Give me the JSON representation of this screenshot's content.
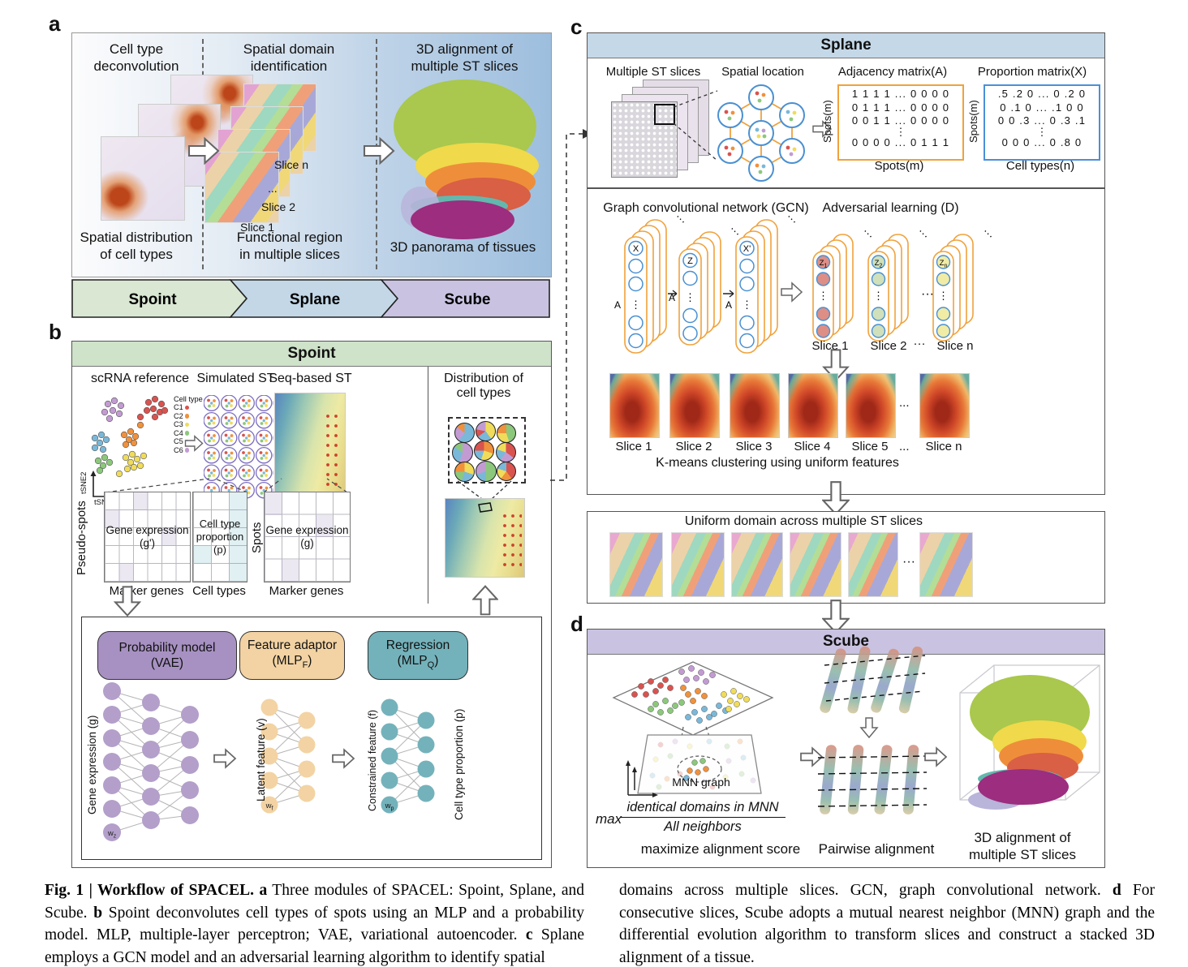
{
  "colors": {
    "spoint_green": "#d9e7d3",
    "splane_blue": "#c3d7e7",
    "scube_purple": "#c9c3e1",
    "vae_purple": "#a791c2",
    "node_purple": "#b39fca",
    "adaptor_tan": "#f3d3a3",
    "regression_teal": "#74b2bb",
    "adjacency_orange": "#f0a23c",
    "proportion_blue": "#4a90d9",
    "gcn_circle_blue": "#4a90d2",
    "z1_salmon": "#dd8e85",
    "z2_green": "#cfe0bb",
    "zn_yellow": "#f0eca5",
    "cell_c1": "#d9534f",
    "cell_c2": "#f0913c",
    "cell_c3": "#f0dc5a",
    "cell_c4": "#8cc87c",
    "cell_c5": "#7ab8d9",
    "cell_c6": "#c39bd3"
  },
  "a": {
    "label": "a",
    "col1_title": "Cell type\ndeconvolution",
    "col2_title": "Spatial domain\nidentification",
    "col3_title": "3D alignment of\nmultiple ST slices",
    "col1_caption": "Spatial distribution\nof cell types",
    "col2_caption": "Functional region\nin multiple slices",
    "col3_caption": "3D panorama of tissues",
    "slice_n": "Slice n",
    "dots": "...",
    "slice_2": "Slice 2",
    "slice_1": "Slice 1",
    "modules": [
      "Spoint",
      "Splane",
      "Scube"
    ]
  },
  "b": {
    "label": "b",
    "header": "Spoint",
    "scrna_title": "scRNA reference",
    "simulated_title": "Simulated ST",
    "seq_title": "Seq-based ST",
    "dist_title": "Distribution of\ncell types",
    "tsne1": "tSNE1",
    "tsne2": "tSNE2",
    "legend": {
      "title": "Cell type",
      "items": [
        "C1",
        "C2",
        "C3",
        "C4",
        "C5",
        "C6"
      ]
    },
    "pseudo_spots": "Pseudo-spots",
    "spots": "Spots",
    "m1": "Gene expression\n(g')",
    "m2": "Cell type\nproportion\n(p)",
    "m3": "Gene expression\n(g)",
    "marker_genes": "Marker genes",
    "cell_types": "Cell types",
    "vae": "Probability model\n(VAE)",
    "adaptor_l1": "Feature adaptor",
    "adaptor_pre": "(MLP",
    "adaptor_sub": "F",
    "adaptor_post": ")",
    "regression_l1": "Regression",
    "regression_pre": "(MLP",
    "regression_sub": "Q",
    "regression_post": ")",
    "net1": "Gene expression (g)",
    "net2": "Latent feature (v)",
    "net3": "Constrained feature (f)",
    "net4": "Cell type proportion (p)",
    "w": "w",
    "wz_sub": "z",
    "wf_sub": "f",
    "wp_sub": "p"
  },
  "c": {
    "label": "c",
    "header": "Splane",
    "top": {
      "slices_title": "Multiple ST slices",
      "location_title": "Spatial location",
      "adj_title": "Adjacency matrix(A)",
      "prop_title": "Proportion matrix(X)",
      "spots_m": "Spots(m)",
      "cell_types_n": "Cell types(n)",
      "adj_rows": [
        "1 1 1 1 ... 0 0 0 0",
        "0 1 1 1 ... 0 0 0 0",
        "0 0 1 1 ... 0 0 0 0",
        "⋮",
        "0 0 0 0 ... 0 1 1 1"
      ],
      "prop_rows": [
        ".5 .2 0 ... 0 .2 0",
        "0 .1 0 ... .1 0 0",
        "0 0 .3 ... 0 .3 .1",
        "⋮",
        "0 0 0 ... 0 .8 0"
      ]
    },
    "gcn": {
      "title": "Graph convolutional network (GCN)",
      "adv_title": "Adversarial learning (D)",
      "x": "X",
      "z": "Z",
      "x2": "X'",
      "a": "A",
      "vdots": "⋮",
      "hdots": "···",
      "z_base": "Z",
      "z1": "1",
      "z2": "2",
      "zn": "n",
      "slice1": "Slice 1",
      "slice2": "Slice 2",
      "slicen": "Slice n"
    },
    "kmeans": {
      "labels": [
        "Slice 1",
        "Slice 2",
        "Slice 3",
        "Slice 4",
        "Slice 5",
        "Slice n"
      ],
      "dots": "...",
      "caption": "K-means clustering using uniform features"
    },
    "uniform": {
      "title": "Uniform domain across multiple ST slices",
      "dots": "···"
    }
  },
  "d": {
    "label": "d",
    "header": "Scube",
    "mnn": "MNN graph",
    "max": "max",
    "numerator": "identical domains in MNN",
    "denominator": "All neighbors",
    "cap1": "maximize alignment score",
    "cap2": "Pairwise alignment",
    "cap3": "3D alignment of\nmultiple ST slices"
  },
  "caption": {
    "fig": "Fig. 1 | Workflow of SPACEL. ",
    "a": "a",
    "a_text": " Three modules of SPACEL: Spoint, Splane, and Scube. ",
    "b": "b",
    "b_text": " Spoint deconvolutes cell types of spots using an MLP and a probability model. MLP, multiple-layer perceptron; VAE, variational autoencoder. ",
    "c": "c",
    "c_text": " Splane employs a GCN model and an adversarial learning algorithm to identify spatial",
    "r1": "domains across multiple slices. GCN, graph convolutional network. ",
    "d": "d",
    "d_text": " For consecutive slices, Scube adopts a mutual nearest neighbor (MNN) graph and the differential evolution algorithm to transform slices and construct a stacked 3D alignment of a tissue."
  }
}
